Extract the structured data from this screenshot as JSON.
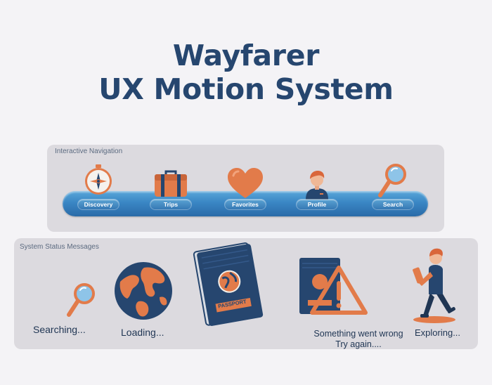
{
  "header": {
    "title_line1": "Wayfarer",
    "title_line2": "UX Motion System"
  },
  "nav": {
    "section_label": "Interactive Navigation",
    "items": [
      {
        "label": "Discovery",
        "icon": "compass-icon"
      },
      {
        "label": "Trips",
        "icon": "suitcase-icon"
      },
      {
        "label": "Favorites",
        "icon": "heart-icon"
      },
      {
        "label": "Profile",
        "icon": "user-avatar-icon"
      },
      {
        "label": "Search",
        "icon": "magnifier-icon"
      }
    ]
  },
  "status": {
    "section_label": "System Status Messages",
    "searching": "Searching...",
    "loading": "Loading...",
    "passport_label": "PASSPORT",
    "error_line1": "Something went wrong",
    "error_line2": "Try again....",
    "exploring": "Exploring..."
  },
  "colors": {
    "navy": "#26466f",
    "orange": "#e27b4a",
    "blue": "#3a86c4",
    "panel": "#dcdadf"
  }
}
